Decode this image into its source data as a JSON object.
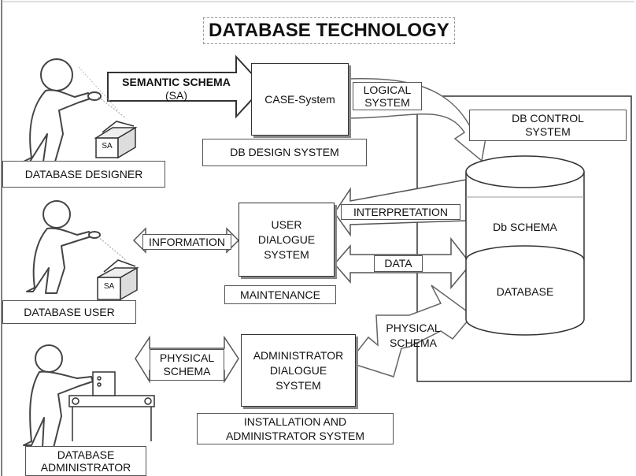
{
  "title": "DATABASE TECHNOLOGY",
  "actors": {
    "designer": "DATABASE DESIGNER",
    "user": "DATABASE USER",
    "administrator": [
      "DATABASE",
      "ADMINISTRATOR"
    ]
  },
  "sa_box_label": "SA",
  "arrows": {
    "semantic_schema": [
      "SEMANTIC SCHEMA",
      "(SA)"
    ],
    "logical_system": [
      "LOGICAL",
      "SYSTEM"
    ],
    "information": "INFORMATION",
    "interpretation": "INTERPRETATION",
    "data": "DATA",
    "physical_schema_left": [
      "PHYSICAL",
      "SCHEMA"
    ],
    "physical_schema_right": [
      "PHYSICAL",
      "SCHEMA"
    ]
  },
  "systems": {
    "case": "CASE-System",
    "db_design": "DB DESIGN SYSTEM",
    "user_dialogue": [
      "USER",
      "DIALOGUE",
      "SYSTEM"
    ],
    "maintenance": "MAINTENANCE",
    "admin_dialogue": [
      "ADMINISTRATOR",
      "DIALOGUE",
      "SYSTEM"
    ],
    "installation": [
      "INSTALLATION AND",
      "ADMINISTRATOR SYSTEM"
    ],
    "db_control": [
      "DB CONTROL",
      "SYSTEM"
    ]
  },
  "cylinder": {
    "schema": "Db SCHEMA",
    "database": "DATABASE"
  }
}
